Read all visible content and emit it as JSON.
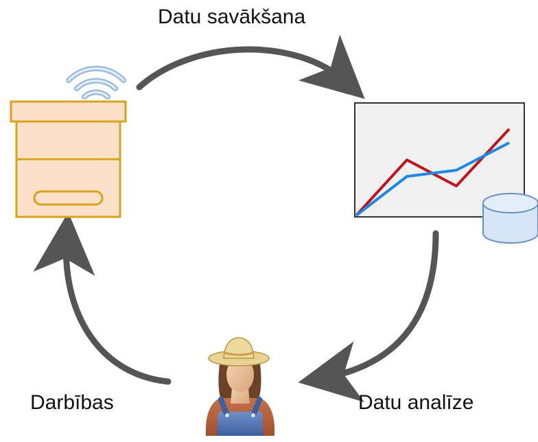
{
  "cycle": {
    "steps": [
      {
        "label": "Datu savākšana"
      },
      {
        "label": "Datu analīze"
      },
      {
        "label": "Darbības"
      }
    ]
  },
  "icons": {
    "beehive": "beehive-icon",
    "wifi": "wifi-signal-icon",
    "chart": "line-chart-icon",
    "database": "database-icon",
    "farmer": "farmer-icon"
  },
  "colors": {
    "arrow": "#555555",
    "hive_fill": "#fde0c8",
    "hive_stroke": "#d9a31c",
    "chart_red": "#c0141c",
    "chart_blue": "#1e88e5",
    "database_fill": "#d6e6f7",
    "wifi": "#9bbce0"
  }
}
